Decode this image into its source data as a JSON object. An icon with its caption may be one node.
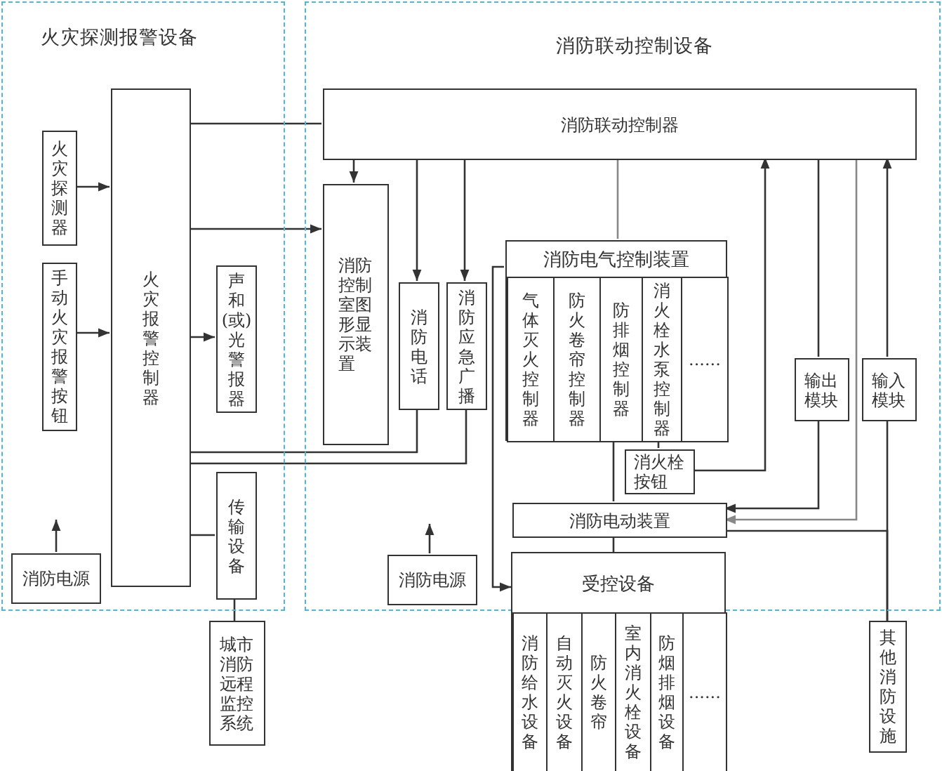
{
  "diagram": {
    "nodes": [
      {
        "text": [
          "火灾探测报警设备"
        ]
      },
      {
        "text": [
          "火灾探测器"
        ],
        "in": 0
      },
      {
        "text": [
          "手动火灾报警按钮"
        ],
        "in": 0
      },
      {
        "text": [
          "火灾报警控制器"
        ],
        "in": 0
      },
      {
        "text": [
          "声和(或)光警报器"
        ],
        "in": 0
      },
      {
        "text": [
          "传输设备"
        ],
        "in": 0
      },
      {
        "text": [
          "消防电源"
        ],
        "in": 0
      },
      {
        "text": [
          "城市消防远程监控系统"
        ]
      },
      {
        "text": [
          "消防联动控制设备"
        ]
      },
      {
        "text": [
          "消防联动控制器"
        ],
        "in": 8
      },
      {
        "text": [
          "消防控制室图形显示装置"
        ],
        "in": 8
      },
      {
        "text": [
          "消防电话"
        ],
        "in": 8
      },
      {
        "text": [
          "消防应急广播"
        ],
        "in": 8
      },
      {
        "text": [
          "消防电气控制装置"
        ],
        "in": 8
      },
      {
        "text": [
          "气体灭火控制器"
        ],
        "in": 13
      },
      {
        "text": [
          "防火卷帘控制器"
        ],
        "in": 13
      },
      {
        "text": [
          "防排烟控制器"
        ],
        "in": 13
      },
      {
        "text": [
          "消火栓水泵控制器"
        ],
        "in": 13
      },
      {
        "text": [
          "......"
        ],
        "in": 13
      },
      {
        "text": [
          "消火栓按钮"
        ],
        "in": 8
      },
      {
        "text": [
          "消防电动装置"
        ],
        "in": 8
      },
      {
        "text": [
          "消防电源"
        ],
        "in": 8
      },
      {
        "text": [
          "受控设备"
        ]
      },
      {
        "text": [
          "消防给水设备"
        ],
        "in": 22
      },
      {
        "text": [
          "自动灭火设备"
        ],
        "in": 22
      },
      {
        "text": [
          "防火卷帘"
        ],
        "in": 22
      },
      {
        "text": [
          "室内消火栓设备"
        ],
        "in": 22
      },
      {
        "text": [
          "防烟排烟设备"
        ],
        "in": 22
      },
      {
        "text": [
          "......"
        ],
        "in": 22
      },
      {
        "text": [
          "输出模块"
        ],
        "in": 8
      },
      {
        "text": [
          "输入模块"
        ],
        "in": 8
      },
      {
        "text": [
          "其他消防设施"
        ]
      }
    ],
    "edges": [
      {
        "from": 1,
        "to": 3,
        "arrow": "to"
      },
      {
        "from": 2,
        "to": 3,
        "arrow": "to"
      },
      {
        "from": 3,
        "to": 9,
        "arrow": "none"
      },
      {
        "from": 3,
        "to": 10,
        "arrow": "to"
      },
      {
        "from": 3,
        "to": 4,
        "arrow": "to"
      },
      {
        "from": 3,
        "to": 11,
        "arrow": "none"
      },
      {
        "from": 3,
        "to": 12,
        "arrow": "none"
      },
      {
        "from": 3,
        "to": 5,
        "arrow": "none"
      },
      {
        "from": 5,
        "to": 7,
        "arrow": "none"
      },
      {
        "from": 6,
        "to": null,
        "arrow": "to"
      },
      {
        "from": 9,
        "to": 10,
        "arrow": "to"
      },
      {
        "from": 9,
        "to": 11,
        "arrow": "to"
      },
      {
        "from": 9,
        "to": 12,
        "arrow": "to"
      },
      {
        "from": 9,
        "to": 13,
        "arrow": "none",
        "color": "#888888"
      },
      {
        "from": 13,
        "to": 22,
        "arrow": "to"
      },
      {
        "from": 17,
        "to": 19,
        "arrow": "none"
      },
      {
        "from": 13,
        "to": 20,
        "arrow": "none"
      },
      {
        "from": 20,
        "to": 22,
        "arrow": "none"
      },
      {
        "from": 19,
        "to": 9,
        "arrow": "to"
      },
      {
        "from": 9,
        "to": 29,
        "arrow": "none"
      },
      {
        "from": 29,
        "to": 20,
        "arrow": "to"
      },
      {
        "from": 9,
        "to": 20,
        "arrow": "to",
        "color": "#888888"
      },
      {
        "from": 30,
        "to": 9,
        "arrow": "to"
      },
      {
        "from": 30,
        "to": 31,
        "arrow": "none"
      },
      {
        "from": 20,
        "to": 31,
        "arrow": "none"
      },
      {
        "from": 21,
        "to": null,
        "arrow": "to"
      }
    ]
  }
}
